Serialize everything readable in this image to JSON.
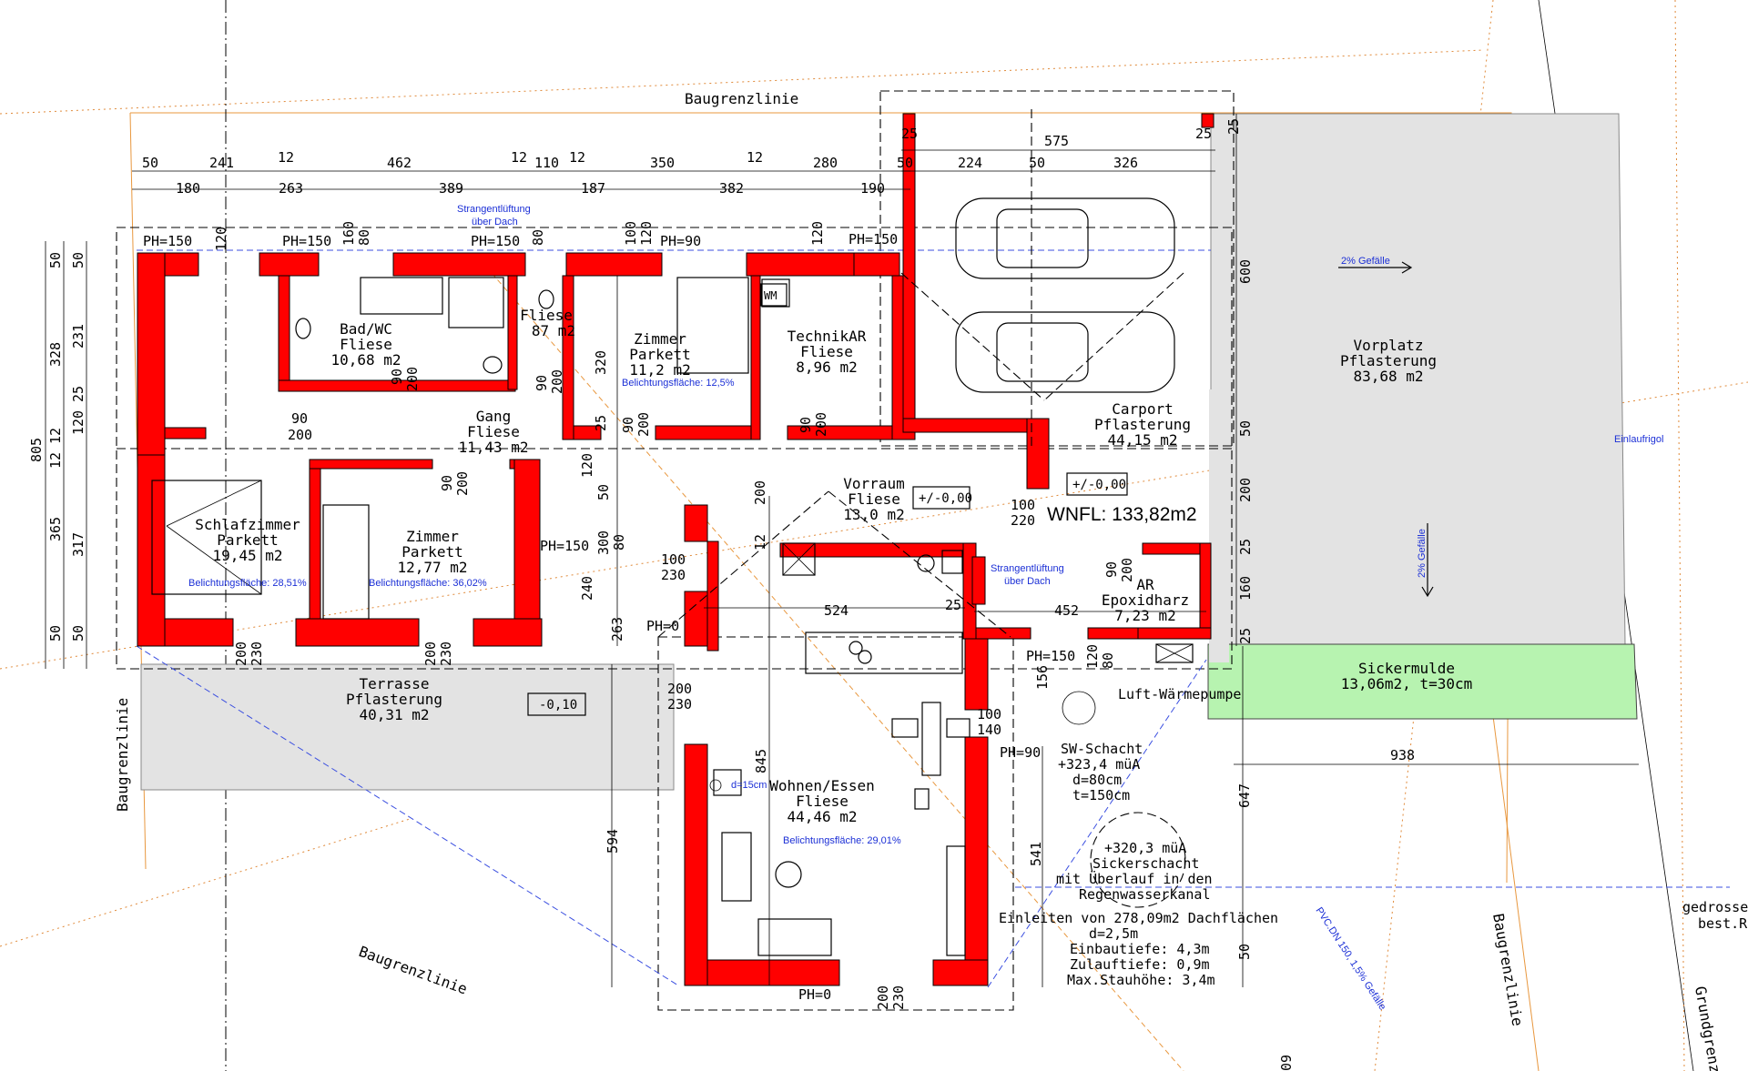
{
  "lines": {
    "baugrenze": "Baugrenzlinie",
    "grundgrenze": "Grundgrenze",
    "gedrosselt": "gedrosselt",
    "best": "best.R"
  },
  "rooms": {
    "bad": {
      "name": "Bad/WC",
      "floor": "Fliese",
      "area": "10,68 m2"
    },
    "wc": {
      "name": "Fliese",
      "area": "87 m2"
    },
    "zimmer1": {
      "name": "Zimmer",
      "floor": "Parkett",
      "area": "11,2 m2",
      "light": "Belichtungsfläche: 12,5%"
    },
    "technik": {
      "name": "TechnikAR",
      "floor": "Fliese",
      "area": "8,96 m2",
      "wm": "WM"
    },
    "gang": {
      "name": "Gang",
      "floor": "Fliese",
      "area": "11,43 m2"
    },
    "schlaf": {
      "name": "Schlafzimmer",
      "floor": "Parkett",
      "area": "19,45 m2",
      "light": "Belichtungsfläche: 28,51%"
    },
    "zimmer2": {
      "name": "Zimmer",
      "floor": "Parkett",
      "area": "12,77 m2",
      "light": "Belichtungsfläche: 36,02%"
    },
    "vorraum": {
      "name": "Vorraum",
      "floor": "Fliese",
      "area": "13,0 m2"
    },
    "carport": {
      "name": "Carport",
      "floor": "Pflasterung",
      "area": "44,15 m2"
    },
    "vorplatz": {
      "name": "Vorplatz",
      "floor": "Pflasterung",
      "area": "83,68 m2"
    },
    "ar": {
      "name": "AR",
      "floor": "Epoxidharz",
      "area": "7,23 m2"
    },
    "terrasse": {
      "name": "Terrasse",
      "floor": "Pflasterung",
      "area": "40,31 m2"
    },
    "wohnen": {
      "name": "Wohnen/Essen",
      "floor": "Fliese",
      "area": "44,46 m2",
      "light": "Belichtungsfläche: 29,01%"
    },
    "sickermulde": {
      "name": "Sickermulde",
      "detail": "13,06m2, t=30cm"
    }
  },
  "wnfl": "WNFL: 133,82m2",
  "levels": {
    "vorraum": "+/-0,00",
    "carport": "+/-0,00",
    "terrasse": "-0,10"
  },
  "notes": {
    "strang1a": "Strangentlüftung",
    "strang1b": "über Dach",
    "strang2a": "Strangentlüftung",
    "strang2b": "über Dach",
    "gefaelle1": "2% Gefälle",
    "gefaelle2": "2% Gefälle",
    "einlauf": "Einlaufrigol",
    "pvc": "PVC.DN 150, 1,5% Gefälle",
    "d15": "d=15cm",
    "luft": "Luft-Wärmepumpe",
    "sw1": "SW-Schacht",
    "sw2": "+323,4 müA",
    "sw3": "d=80cm",
    "sw4": "t=150cm",
    "sick1": "+320,3 müA",
    "sick2": "Sickerschacht",
    "sick3": "mit Überlauf in den",
    "sick4": "Regenwasserkanal",
    "ein1": "Einleiten von 278,09m2 Dachflächen",
    "ein2": "d=2,5m",
    "ein3": "Einbautiefe: 4,3m",
    "ein4": "Zulauftiefe: 0,9m",
    "ein5": "Max.Stauhöhe: 3,4m"
  },
  "ph": {
    "p1": "PH=150",
    "p2": "PH=150",
    "p3": "PH=150",
    "p4": "PH=90",
    "p5": "PH=150",
    "p6": "PH=150",
    "p7": "PH=0",
    "p8": "PH=150",
    "p9": "PH=90",
    "p10": "PH=0"
  },
  "dims_top1": [
    "50",
    "241",
    "12",
    "462",
    "12",
    "110",
    "12",
    "350",
    "12",
    "280",
    "50",
    "224",
    "50",
    "326"
  ],
  "dims_top2": [
    "180",
    "263",
    "389",
    "187",
    "382",
    "190"
  ],
  "dims_carport": [
    "575",
    "25",
    "25"
  ],
  "dims_left": [
    "805",
    "328",
    "365",
    "50",
    "231",
    "25",
    "120",
    "12",
    "12",
    "317",
    "50",
    "50",
    "50"
  ],
  "dims_right": [
    "25",
    "600",
    "50",
    "200",
    "25",
    "160",
    "25"
  ],
  "dims_misc": {
    "w120a": "120",
    "w160": "160",
    "w80a": "80",
    "w80b": "80",
    "w100": "100",
    "w120b": "120",
    "w120c": "120",
    "d90_200": [
      "90",
      "200"
    ],
    "d320": "320",
    "d25": "25",
    "d120": "120",
    "d50": "50",
    "d200": "200",
    "d12": "12",
    "d300": "300",
    "d80": "80",
    "d240": "240",
    "d263": "263",
    "d100_230": [
      "100",
      "230"
    ],
    "d200_230": [
      "200",
      "230"
    ],
    "d524": "524",
    "d25b": "25",
    "d452": "452",
    "d100_220": [
      "100",
      "220"
    ],
    "d100_140": [
      "100",
      "140"
    ],
    "d156": "156",
    "d120b": "120",
    "d80c": "80",
    "d845": "845",
    "d594": "594",
    "d541": "541",
    "d647": "647",
    "d50b": "50",
    "d938": "938",
    "d09": "09"
  }
}
